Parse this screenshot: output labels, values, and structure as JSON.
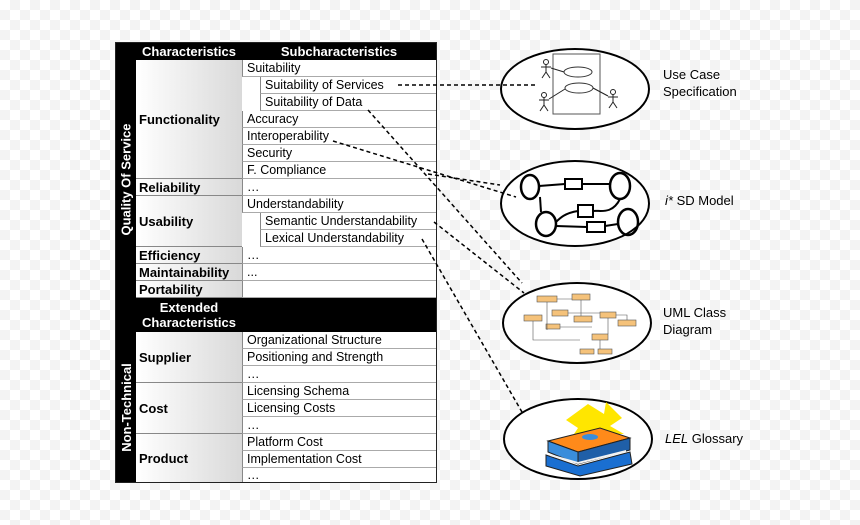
{
  "table": {
    "header": {
      "characteristics": "Characteristics",
      "subcharacteristics": "Subcharacteristics"
    },
    "quality_side_label": "Quality Of Service",
    "nontech_side_label": "Non-Technical",
    "extended_label": "Extended Characteristics",
    "quality_chars": {
      "functionality": "Functionality",
      "reliability": "Reliability",
      "usability": "Usability",
      "efficiency": "Efficiency",
      "maintainability": "Maintainability",
      "portability": "Portability"
    },
    "functionality_subs": {
      "suitability": "Suitability",
      "suitability_services": "Suitability of Services",
      "suitability_data": "Suitability of Data",
      "accuracy": "Accuracy",
      "interoperability": "Interoperability",
      "security": "Security",
      "compliance": "F. Compliance"
    },
    "reliability_sub": "…",
    "usability_subs": {
      "understandability": "Understandability",
      "semantic": "Semantic Understandability",
      "lexical": "Lexical Understandability"
    },
    "efficiency_sub": "…",
    "maintainability_sub": "...",
    "nontech_chars": {
      "supplier": "Supplier",
      "cost": "Cost",
      "product": "Product"
    },
    "supplier_subs": [
      "Organizational Structure",
      "Positioning and Strength",
      "…"
    ],
    "cost_subs": [
      "Licensing Schema",
      "Licensing Costs",
      "…"
    ],
    "product_subs": [
      "Platform Cost",
      "Implementation Cost",
      "…"
    ]
  },
  "models": {
    "use_case_line1": "Use Case",
    "use_case_line2": "Specification",
    "istar_prefix": "i*",
    "istar_suffix": " SD Model",
    "uml_line1": "UML Class",
    "uml_line2": "Diagram",
    "lel_prefix": "LEL",
    "lel_suffix": " Glossary"
  }
}
